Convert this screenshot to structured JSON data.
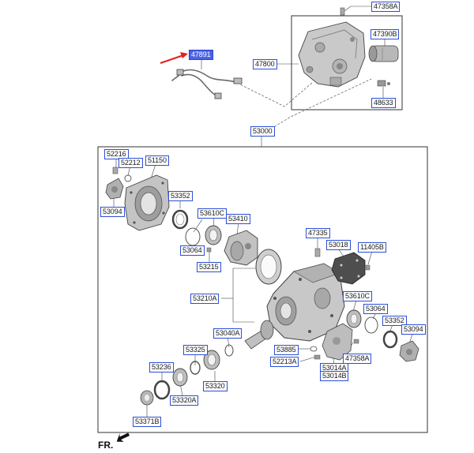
{
  "labels": {
    "p47358A_top": "47358A",
    "p47390B": "47390B",
    "p47891": "47891",
    "p47800": "47800",
    "p48633": "48633",
    "p53000": "53000",
    "p52216": "52216",
    "p52212": "52212",
    "p51150": "51150",
    "p53094_l": "53094",
    "p53352_l": "53352",
    "p53610C_l": "53610C",
    "p53410": "53410",
    "p53064_l": "53064",
    "p53215": "53215",
    "p47335": "47335",
    "p53018": "53018",
    "p11405B": "11405B",
    "p53210A": "53210A",
    "p53610C_r": "53610C",
    "p53064_r": "53064",
    "p53352_r": "53352",
    "p53094_r": "53094",
    "p53040A": "53040A",
    "p53885": "53885",
    "p52213A": "52213A",
    "p47358A_bot": "47358A",
    "p53014A": "53014A",
    "p53014B": "53014B",
    "p53325": "53325",
    "p53236": "53236",
    "p53320": "53320",
    "p53320A": "53320A",
    "p53371B": "53371B"
  },
  "fr_label": "FR.",
  "colors": {
    "label_border": "#2b4fd6",
    "highlight": "#4b63e6",
    "pointer_arrow": "#e02020"
  }
}
